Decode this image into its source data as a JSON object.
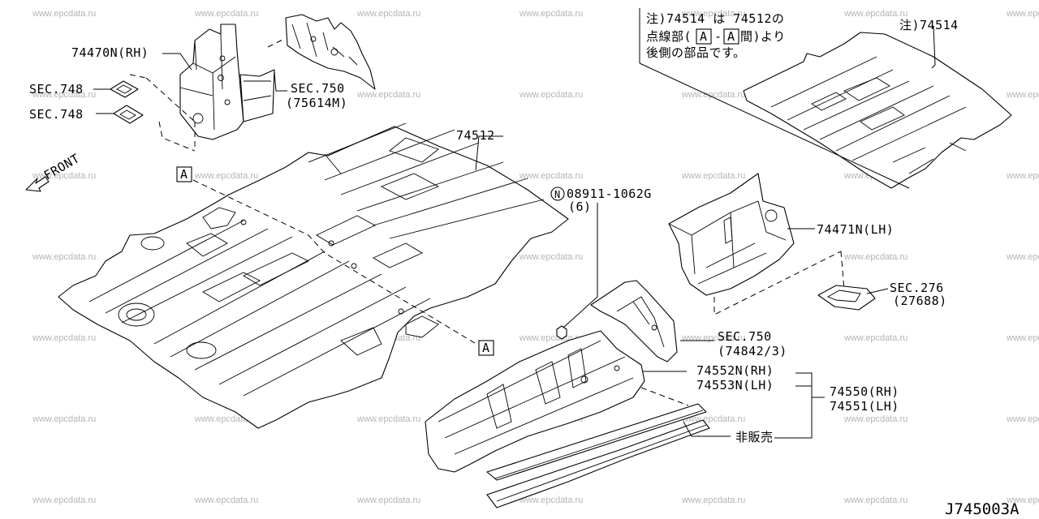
{
  "watermark": "www.epcdata.ru",
  "diagram_id": "J745003A",
  "note": {
    "line1": "注)74514 は 74512の",
    "line2_pre": "点線部(",
    "line2_a1": "A",
    "line2_mid": "-",
    "line2_a2": "A",
    "line2_post": "間)より",
    "line3": "後側の部品です。"
  },
  "callouts": {
    "p74470n": "74470N(RH)",
    "sec748_a": "SEC.748",
    "sec748_b": "SEC.748",
    "sec750_a": "SEC.750",
    "sec750_a_sub": "(75614M)",
    "front": "FRONT",
    "p74512": "74512",
    "p74514": "注)74514",
    "marker_a": "A",
    "nut_symbol": "N",
    "p08911": "08911-1062G",
    "p08911_qty": "(6)",
    "p74471n": "74471N(LH)",
    "sec276": "SEC.276",
    "sec276_sub": "(27688)",
    "sec750_b": "SEC.750",
    "sec750_b_sub": "(74842/3)",
    "p74552n": "74552N(RH)",
    "p74553n": "74553N(LH)",
    "p74550": "74550(RH)",
    "p74551": "74551(LH)",
    "not_for_sale": "非販売"
  }
}
